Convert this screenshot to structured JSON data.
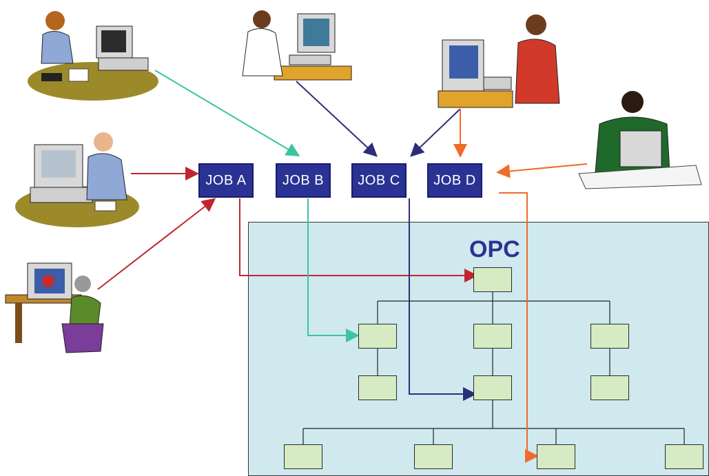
{
  "colors": {
    "job_box": "#2a3393",
    "panel": "#cfe9ef",
    "node": "#d6ebc3",
    "red": "#c0262e",
    "teal": "#3cc4a0",
    "navy": "#2b2e7a",
    "orange": "#ef6c28",
    "title": "#2a3393"
  },
  "jobs": {
    "a": "JOB A",
    "b": "JOB B",
    "c": "JOB C",
    "d": "JOB D"
  },
  "opc": {
    "title": "OPC"
  },
  "icons": [
    "woman-on-phone-icon",
    "man-at-computer-icon",
    "woman-at-computer-icon",
    "headset-operator-icon",
    "executive-at-desk-icon",
    "person-at-monitor-icon"
  ]
}
